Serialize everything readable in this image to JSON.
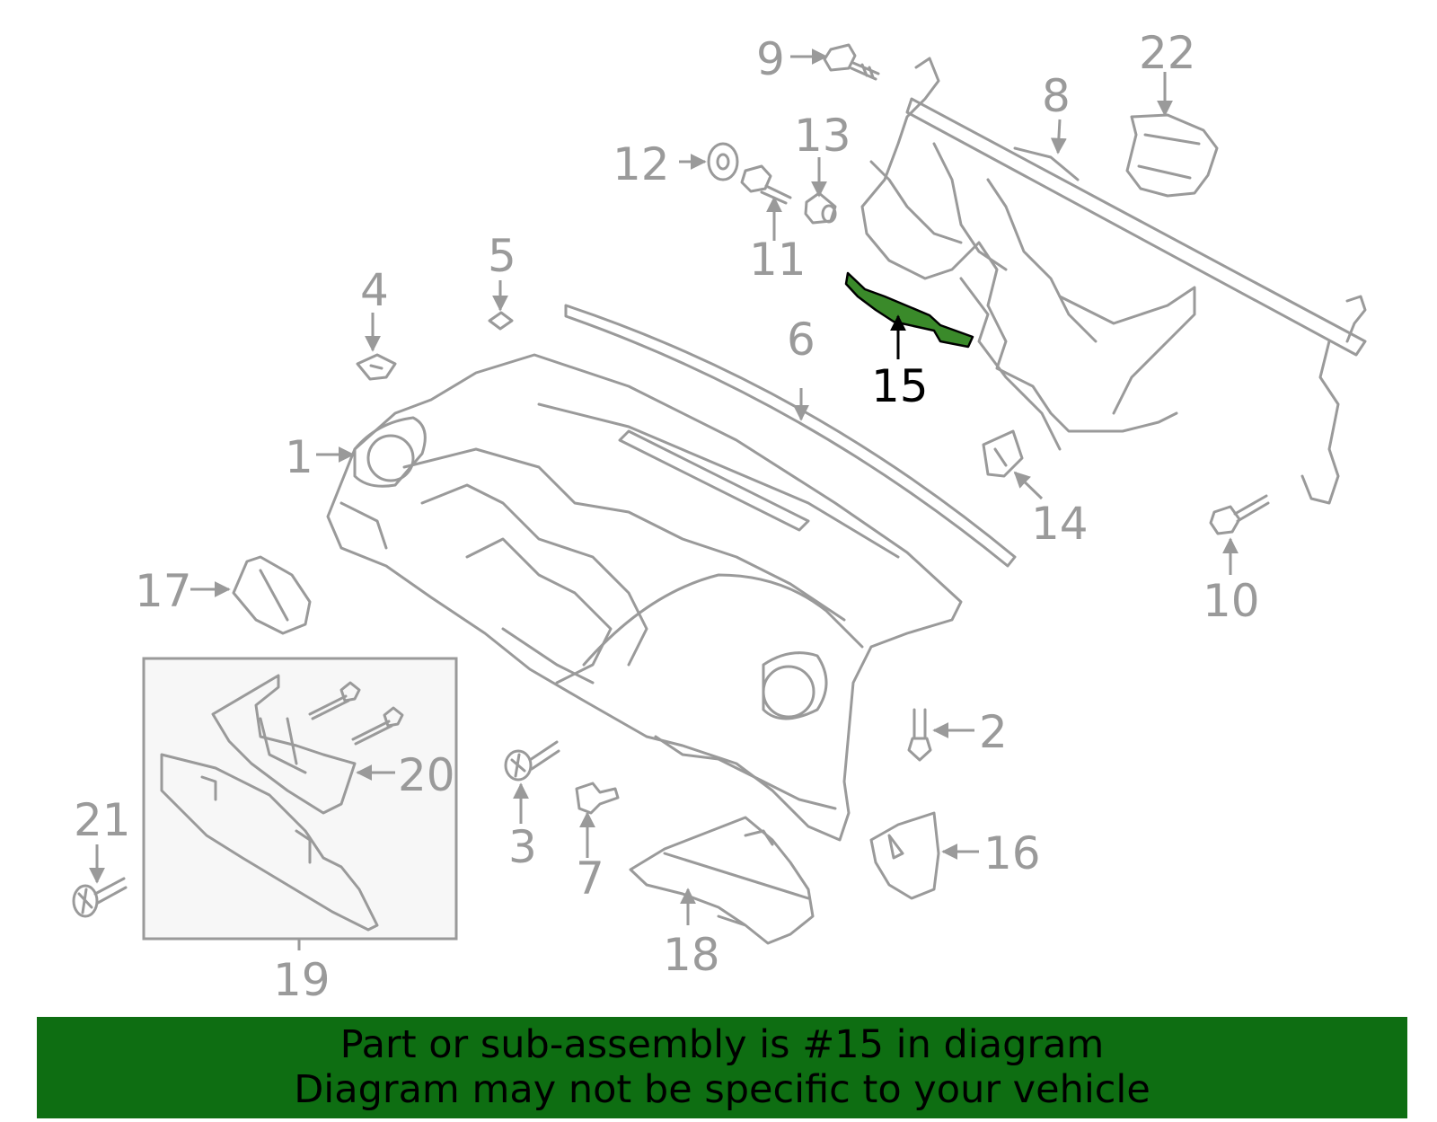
{
  "highlight_part": "15",
  "colors": {
    "line": "#9a9a9a",
    "highlight_fill": "#3a8a2a",
    "highlight_label": "#000000",
    "banner_bg": "#0e6e12",
    "inset_bg": "#f7f7f7"
  },
  "callouts": {
    "c1": "1",
    "c2": "2",
    "c3": "3",
    "c4": "4",
    "c5": "5",
    "c6": "6",
    "c7": "7",
    "c8": "8",
    "c9": "9",
    "c10": "10",
    "c11": "11",
    "c12": "12",
    "c13": "13",
    "c14": "14",
    "c15": "15",
    "c16": "16",
    "c17": "17",
    "c18": "18",
    "c19": "19",
    "c20": "20",
    "c21": "21",
    "c22": "22"
  },
  "banner": {
    "line1": "Part or sub-assembly is #15 in diagram",
    "line2": "Diagram may not be specific to your vehicle"
  }
}
